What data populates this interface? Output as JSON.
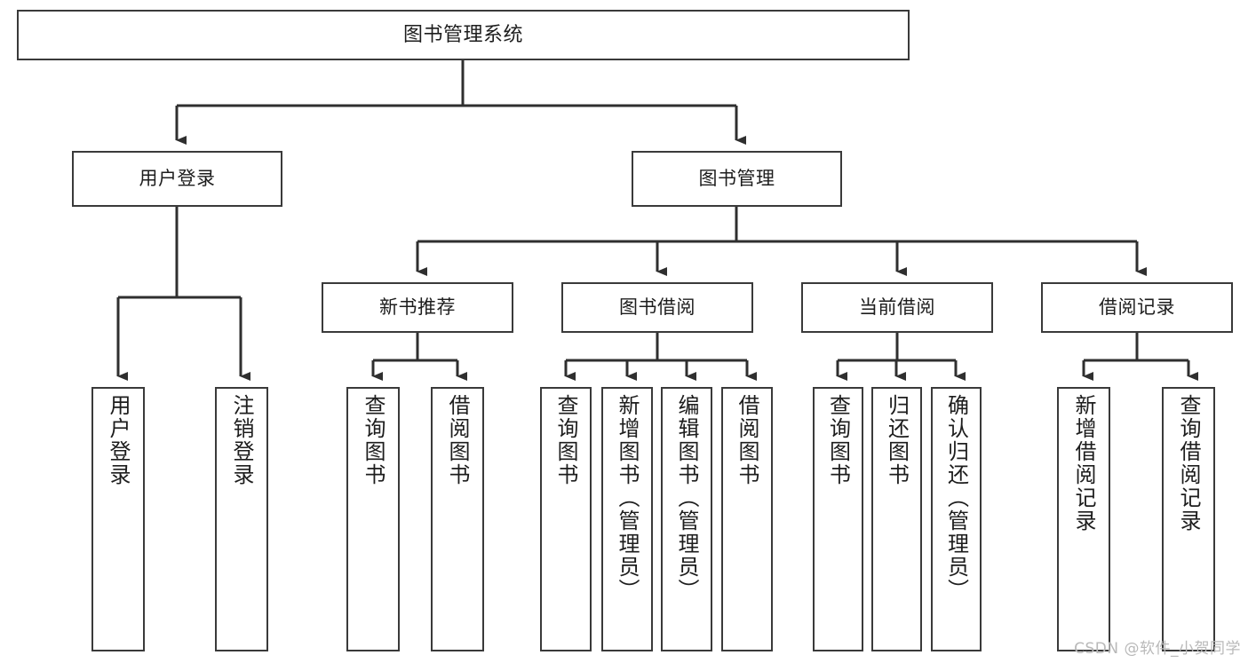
{
  "diagram": {
    "title": "图书管理系统",
    "type": "tree-hierarchy-chart",
    "colors": {
      "box_border": "#3a3a3a",
      "box_fill": "#ffffff",
      "connector": "#2f2f2f",
      "text": "#1d1d1d",
      "watermark": "#b9b9b9"
    },
    "watermark": "CSDN @软件_小贺同学",
    "nodes": {
      "root": {
        "label": "图书管理系统"
      },
      "level2": [
        {
          "label": "用户登录"
        },
        {
          "label": "图书管理"
        }
      ],
      "level3": [
        {
          "label": "新书推荐"
        },
        {
          "label": "图书借阅"
        },
        {
          "label": "当前借阅"
        },
        {
          "label": "借阅记录"
        }
      ],
      "leaves_user_login": [
        {
          "label": "用户登录"
        },
        {
          "label": "注销登录"
        }
      ],
      "leaves_new_book": [
        {
          "label": "查询图书"
        },
        {
          "label": "借阅图书"
        }
      ],
      "leaves_borrow": [
        {
          "label": "查询图书"
        },
        {
          "label": "新增图书（管理员）"
        },
        {
          "label": "编辑图书（管理员）"
        },
        {
          "label": "借阅图书"
        }
      ],
      "leaves_current": [
        {
          "label": "查询图书"
        },
        {
          "label": "归还图书"
        },
        {
          "label": "确认归还（管理员）"
        }
      ],
      "leaves_record": [
        {
          "label": "新增借阅记录"
        },
        {
          "label": "查询借阅记录"
        }
      ]
    }
  }
}
